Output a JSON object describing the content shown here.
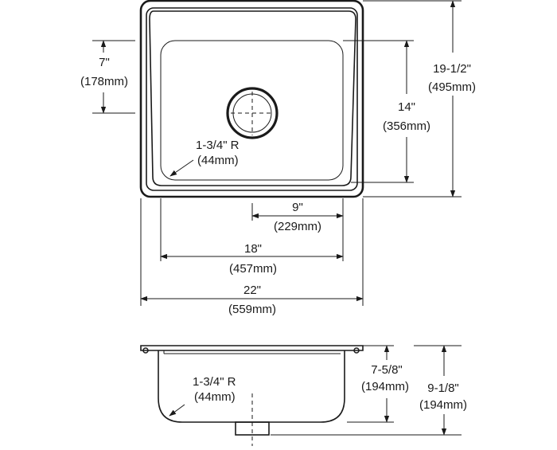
{
  "dimensions": {
    "h_7in": "7\"",
    "h_7mm": "(178mm)",
    "h_19in": "19-1/2\"",
    "h_19mm": "(495mm)",
    "h_14in": "14\"",
    "h_14mm": "(356mm)",
    "radius_top_in": "1-3/4\" R",
    "radius_top_mm": "(44mm)",
    "w_9in": "9\"",
    "w_9mm": "(229mm)",
    "w_18in": "18\"",
    "w_18mm": "(457mm)",
    "w_22in": "22\"",
    "w_22mm": "(559mm)",
    "radius_side_in": "1-3/4\" R",
    "radius_side_mm": "(44mm)",
    "d_7in": "7-5/8\"",
    "d_7mm": "(194mm)",
    "d_9in": "9-1/8\"",
    "d_9mm": "(194mm)"
  }
}
